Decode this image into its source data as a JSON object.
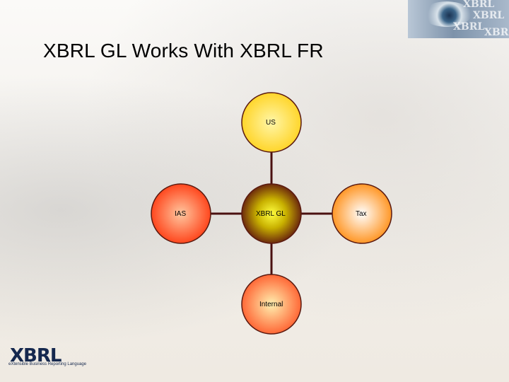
{
  "slide": {
    "title": "XBRL GL Works With XBRL FR"
  },
  "corner_image": {
    "words": [
      "XBRL",
      "XBRL",
      "XBRL",
      "XBRL"
    ]
  },
  "diagram": {
    "center": {
      "label": "XBRL GL",
      "color": "#5a0f0f"
    },
    "nodes": [
      {
        "id": "us",
        "label": "US",
        "color": "#ffd21e"
      },
      {
        "id": "ias",
        "label": "IAS",
        "color": "#ff3a10"
      },
      {
        "id": "tax",
        "label": "Tax",
        "color": "#ff8c10"
      },
      {
        "id": "internal",
        "label": "Internal",
        "color": "#ff5a2a"
      }
    ],
    "connector_color": "#4a1010",
    "border_color": "#5a1a10"
  },
  "logo": {
    "wordmark": "XBRL",
    "tagline": "eXtensible Business Reporting Language"
  }
}
